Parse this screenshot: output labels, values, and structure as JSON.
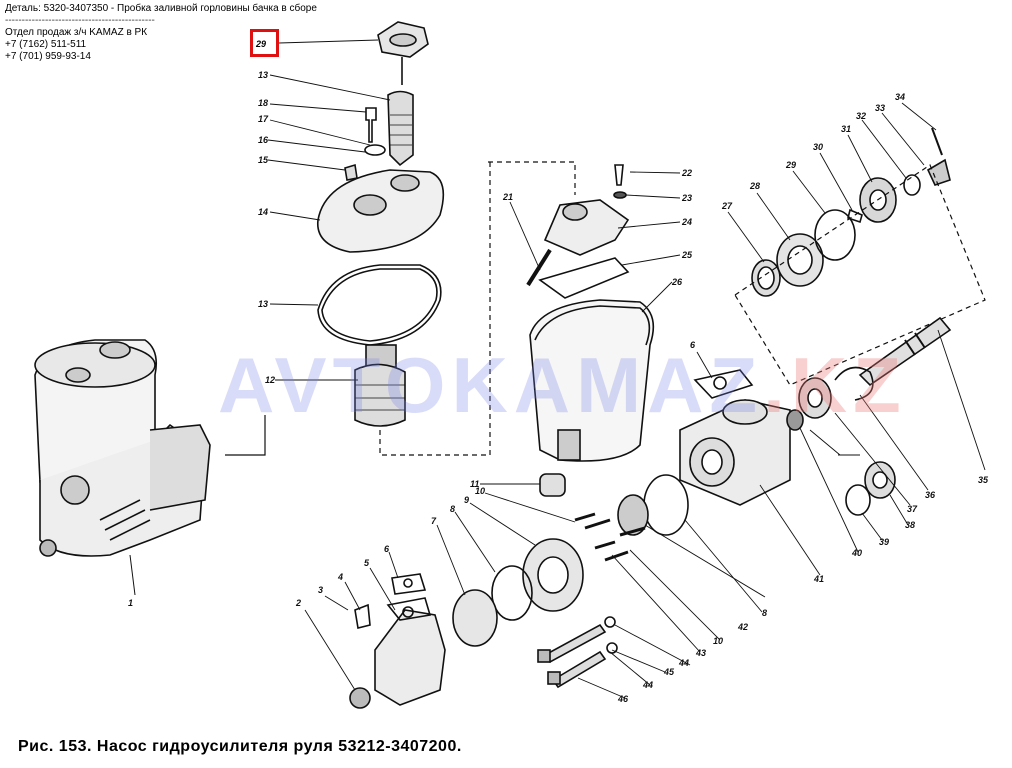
{
  "header": {
    "part_line": "Деталь: 5320-3407350 - Пробка заливной горловины бачка в сборе",
    "separator": "--------------------------------------------------------",
    "dept": "Отдел продаж з/ч KAMAZ в РК",
    "phone1": "+7 (7162) 511-511",
    "phone2": "+7 (701) 959-93-14"
  },
  "watermark": {
    "main": "AVTOKAMAZ",
    "suffix": ".KZ"
  },
  "caption": "Рис. 153. Насос гидроусилителя руля 53212-3407200.",
  "highlight": {
    "label": "29",
    "color": "#e01010"
  },
  "callouts": [
    "1",
    "2",
    "3",
    "4",
    "5",
    "6",
    "7",
    "8",
    "9",
    "10",
    "11",
    "12",
    "13",
    "14",
    "15",
    "16",
    "17",
    "18",
    "21",
    "22",
    "23",
    "24",
    "25",
    "26",
    "27",
    "28",
    "29",
    "30",
    "31",
    "32",
    "33",
    "34",
    "35",
    "36",
    "37",
    "38",
    "39",
    "40",
    "41",
    "42",
    "43",
    "44",
    "45",
    "46"
  ]
}
